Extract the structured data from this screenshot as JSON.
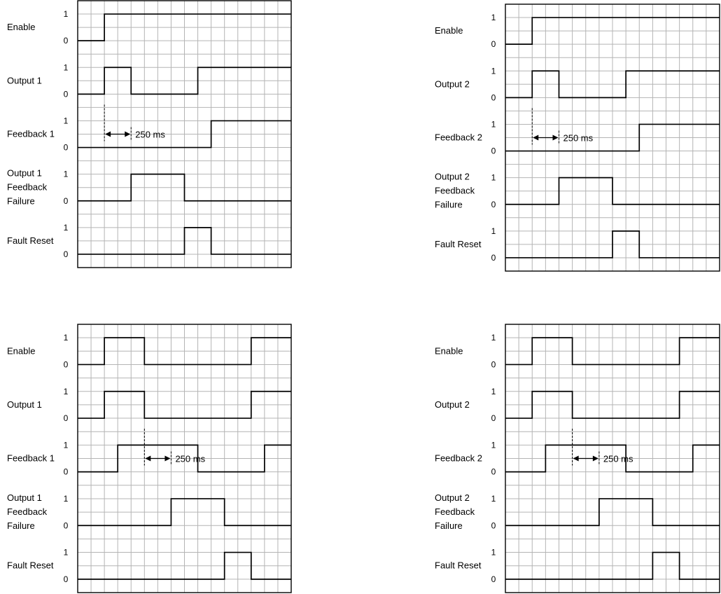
{
  "diagrams": [
    {
      "signals": [
        {
          "label": [
            "Enable"
          ],
          "levels": [
            0,
            0,
            1,
            1,
            1,
            1,
            1,
            1,
            1,
            1,
            1,
            1,
            1,
            1,
            1,
            1
          ]
        },
        {
          "label": [
            "Output 1"
          ],
          "levels": [
            0,
            0,
            1,
            1,
            0,
            0,
            0,
            0,
            0,
            1,
            1,
            1,
            1,
            1,
            1,
            1
          ]
        },
        {
          "label": [
            "Feedback 1"
          ],
          "levels": [
            0,
            0,
            0,
            0,
            0,
            0,
            0,
            0,
            0,
            0,
            1,
            1,
            1,
            1,
            1,
            1
          ]
        },
        {
          "label": [
            "Output 1",
            "Feedback",
            "Failure"
          ],
          "levels": [
            0,
            0,
            0,
            0,
            1,
            1,
            1,
            1,
            0,
            0,
            0,
            0,
            0,
            0,
            0,
            0
          ]
        },
        {
          "label": [
            "Fault Reset"
          ],
          "levels": [
            0,
            0,
            0,
            0,
            0,
            0,
            0,
            0,
            1,
            1,
            0,
            0,
            0,
            0,
            0,
            0
          ]
        }
      ],
      "annotation": {
        "text": "250 ms",
        "signal": 2,
        "from_step": 2,
        "to_step": 4
      }
    },
    {
      "signals": [
        {
          "label": [
            "Enable"
          ],
          "levels": [
            0,
            0,
            1,
            1,
            1,
            1,
            1,
            1,
            1,
            1,
            1,
            1,
            1,
            1,
            1,
            1
          ]
        },
        {
          "label": [
            "Output 2"
          ],
          "levels": [
            0,
            0,
            1,
            1,
            0,
            0,
            0,
            0,
            0,
            1,
            1,
            1,
            1,
            1,
            1,
            1
          ]
        },
        {
          "label": [
            "Feedback 2"
          ],
          "levels": [
            0,
            0,
            0,
            0,
            0,
            0,
            0,
            0,
            0,
            0,
            1,
            1,
            1,
            1,
            1,
            1
          ]
        },
        {
          "label": [
            "Output 2",
            "Feedback",
            "Failure"
          ],
          "levels": [
            0,
            0,
            0,
            0,
            1,
            1,
            1,
            1,
            0,
            0,
            0,
            0,
            0,
            0,
            0,
            0
          ]
        },
        {
          "label": [
            "Fault Reset"
          ],
          "levels": [
            0,
            0,
            0,
            0,
            0,
            0,
            0,
            0,
            1,
            1,
            0,
            0,
            0,
            0,
            0,
            0
          ]
        }
      ],
      "annotation": {
        "text": "250 ms",
        "signal": 2,
        "from_step": 2,
        "to_step": 4
      }
    },
    {
      "signals": [
        {
          "label": [
            "Enable"
          ],
          "levels": [
            0,
            0,
            1,
            1,
            1,
            0,
            0,
            0,
            0,
            0,
            0,
            0,
            0,
            1,
            1,
            1
          ]
        },
        {
          "label": [
            "Output 1"
          ],
          "levels": [
            0,
            0,
            1,
            1,
            1,
            0,
            0,
            0,
            0,
            0,
            0,
            0,
            0,
            1,
            1,
            1
          ]
        },
        {
          "label": [
            "Feedback 1"
          ],
          "levels": [
            0,
            0,
            0,
            1,
            1,
            1,
            1,
            1,
            1,
            0,
            0,
            0,
            0,
            0,
            1,
            1
          ]
        },
        {
          "label": [
            "Output 1",
            "Feedback",
            "Failure"
          ],
          "levels": [
            0,
            0,
            0,
            0,
            0,
            0,
            0,
            1,
            1,
            1,
            1,
            0,
            0,
            0,
            0,
            0
          ]
        },
        {
          "label": [
            "Fault Reset"
          ],
          "levels": [
            0,
            0,
            0,
            0,
            0,
            0,
            0,
            0,
            0,
            0,
            0,
            1,
            1,
            0,
            0,
            0
          ]
        }
      ],
      "annotation": {
        "text": "250 ms",
        "signal": 2,
        "from_step": 5,
        "to_step": 7
      }
    },
    {
      "signals": [
        {
          "label": [
            "Enable"
          ],
          "levels": [
            0,
            0,
            1,
            1,
            1,
            0,
            0,
            0,
            0,
            0,
            0,
            0,
            0,
            1,
            1,
            1
          ]
        },
        {
          "label": [
            "Output 2"
          ],
          "levels": [
            0,
            0,
            1,
            1,
            1,
            0,
            0,
            0,
            0,
            0,
            0,
            0,
            0,
            1,
            1,
            1
          ]
        },
        {
          "label": [
            "Feedback 2"
          ],
          "levels": [
            0,
            0,
            0,
            1,
            1,
            1,
            1,
            1,
            1,
            0,
            0,
            0,
            0,
            0,
            1,
            1
          ]
        },
        {
          "label": [
            "Output 2",
            "Feedback",
            "Failure"
          ],
          "levels": [
            0,
            0,
            0,
            0,
            0,
            0,
            0,
            1,
            1,
            1,
            1,
            0,
            0,
            0,
            0,
            0
          ]
        },
        {
          "label": [
            "Fault Reset"
          ],
          "levels": [
            0,
            0,
            0,
            0,
            0,
            0,
            0,
            0,
            0,
            0,
            0,
            1,
            1,
            0,
            0,
            0
          ]
        }
      ],
      "annotation": {
        "text": "250 ms",
        "signal": 2,
        "from_step": 5,
        "to_step": 7
      }
    }
  ],
  "level_labels": {
    "high": "1",
    "low": "0"
  },
  "colors": {
    "grid": "#b4b4b4",
    "trace": "#000000",
    "frame": "#000000",
    "background": "#ffffff"
  }
}
